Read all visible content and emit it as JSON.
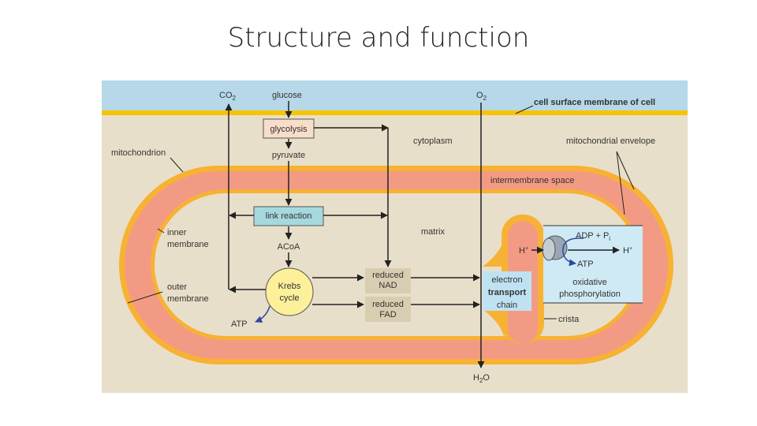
{
  "slide": {
    "title": "Structure and function"
  },
  "diagram": {
    "co2": "CO",
    "co2_sub": "2",
    "o2": "O",
    "o2_sub": "2",
    "glucose": "glucose",
    "glycolysis": "glycolysis",
    "pyruvate": "pyruvate",
    "cytoplasm": "cytoplasm",
    "cell_surface_membrane": "cell surface membrane of cell",
    "mitochondrial_envelope": "mitochondrial envelope",
    "mitochondrion": "mitochondrion",
    "intermembrane_space": "intermembrane space",
    "link_reaction": "link reaction",
    "inner_membrane_1": "inner",
    "inner_membrane_2": "membrane",
    "matrix": "matrix",
    "acoa": "ACoA",
    "krebs_1": "Krebs",
    "krebs_2": "cycle",
    "reduced_nad_1": "reduced",
    "reduced_nad_2": "NAD",
    "reduced_fad_1": "reduced",
    "reduced_fad_2": "FAD",
    "outer_membrane_1": "outer",
    "outer_membrane_2": "membrane",
    "atp_krebs": "ATP",
    "etc_1": "electron",
    "etc_2": "transport",
    "etc_3": "chain",
    "adp_pi": "ADP + P",
    "adp_pi_sub": "i",
    "h_plus_left": "H",
    "h_plus_right": "H",
    "plus_sign": "+",
    "atp_oxphos": "ATP",
    "oxphos_1": "oxidative",
    "oxphos_2": "phosphorylation",
    "crista": "crista",
    "h2o": "H",
    "h2o_sub": "2",
    "h2o_tail": "O"
  },
  "colors": {
    "sky": "#b6d8e8",
    "membrane_yellow": "#f6c400",
    "cytoplasm_bg": "#e8dfca",
    "envelope_orange": "#f7b233",
    "intermembrane_salmon": "#f39a84",
    "matrix_bg": "#e8dfca",
    "glycolysis_box": "#f8ddc9",
    "link_box": "#a6d9de",
    "reduced_box": "#d8cdb0",
    "krebs_circle": "#fdf09a",
    "etc_box": "#bfe2f2",
    "oxphos_box": "#cfeaf5",
    "atp_arrow": "#2a4aa0"
  }
}
